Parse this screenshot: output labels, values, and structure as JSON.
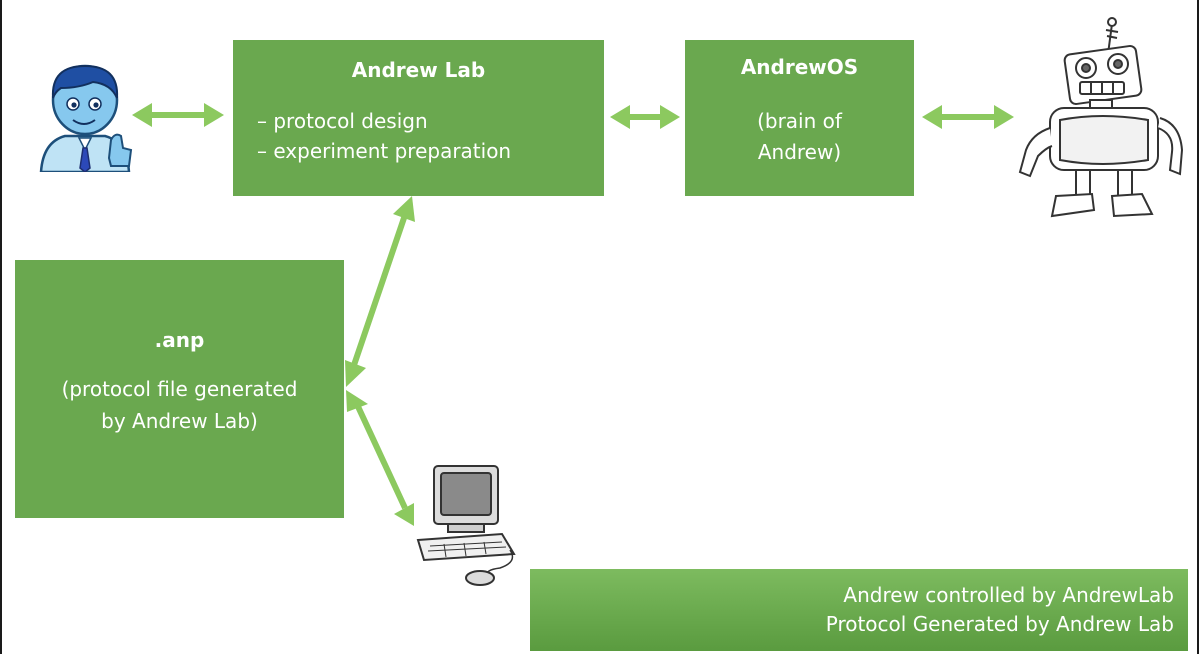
{
  "andrew_lab": {
    "title": "Andrew Lab",
    "items": [
      "– protocol design",
      "– experiment preparation"
    ]
  },
  "andrew_os": {
    "title": "AndrewOS",
    "desc_lines": [
      "(brain of",
      "Andrew)"
    ]
  },
  "anp": {
    "title": ".anp",
    "desc_lines": [
      "(protocol file generated",
      "by Andrew Lab)"
    ]
  },
  "footer": {
    "lines": [
      "Andrew controlled by AndrewLab",
      "Protocol Generated by Andrew Lab"
    ]
  },
  "icons": [
    "user-icon",
    "robot-icon",
    "computer-icon"
  ],
  "colors": {
    "box": "#6aa84f",
    "arrow": "#8cc95f",
    "text": "#ffffff"
  }
}
